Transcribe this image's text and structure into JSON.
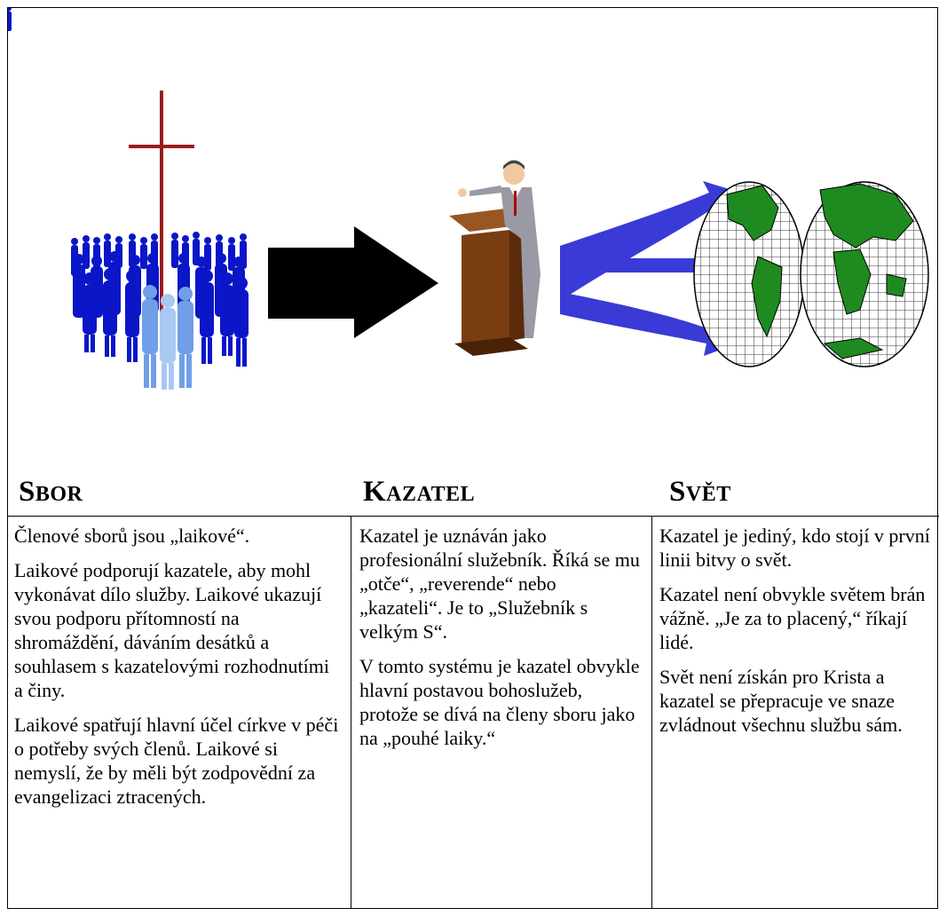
{
  "columns": [
    {
      "heading_initial": "S",
      "heading_rest": "BOR",
      "paragraphs": [
        "Členové sborů jsou „laikové“.",
        "Laikové podporují kazatele, aby mohl vykonávat dílo služby. Laikové ukazují svou podporu přítomností na shromáždění, dáváním desátků a souhlasem s kazatelovými rozhodnutími a činy.",
        "Laikové spatřují hlavní účel církve v péči o potřeby svých členů. Laikové si nemyslí, že by měli být zodpovědní za evangelizaci ztracených."
      ]
    },
    {
      "heading_initial": "K",
      "heading_rest": "AZATEL",
      "paragraphs": [
        "Kazatel je uznáván jako profesionální služebník. Říká se mu „otče“, „reverende“ nebo „kazateli“. Je to „Služebník s velkým S“.",
        "V tomto systému je kazatel obvykle hlavní postavou bohoslužeb, protože se dívá na členy sboru jako na „pouhé laiky.“"
      ]
    },
    {
      "heading_initial": "S",
      "heading_rest": "VĚT",
      "paragraphs": [
        "Kazatel je jediný, kdo stojí v první linii bitvy o svět.",
        "Kazatel není obvykle světem brán vážně. „Je za to placený,“ říkají lidé.",
        "Svět není získán pro Krista a kazatel se přepracuje ve snaze zvládnout všechnu službu sám."
      ]
    }
  ],
  "colors": {
    "cross": "#9b1c1c",
    "people_dark": "#0a16c8",
    "people_light": "#8fb4ec",
    "arrow": "#000000",
    "pulpit": "#7a3d12",
    "blue_arrows": "#3a3ad6",
    "continents": "#1f8a1f"
  },
  "icons": [
    "cross-icon",
    "crowd-icon",
    "right-arrow-icon",
    "preacher-icon",
    "pulpit-icon",
    "blue-arrows-icon",
    "globe-icon"
  ]
}
